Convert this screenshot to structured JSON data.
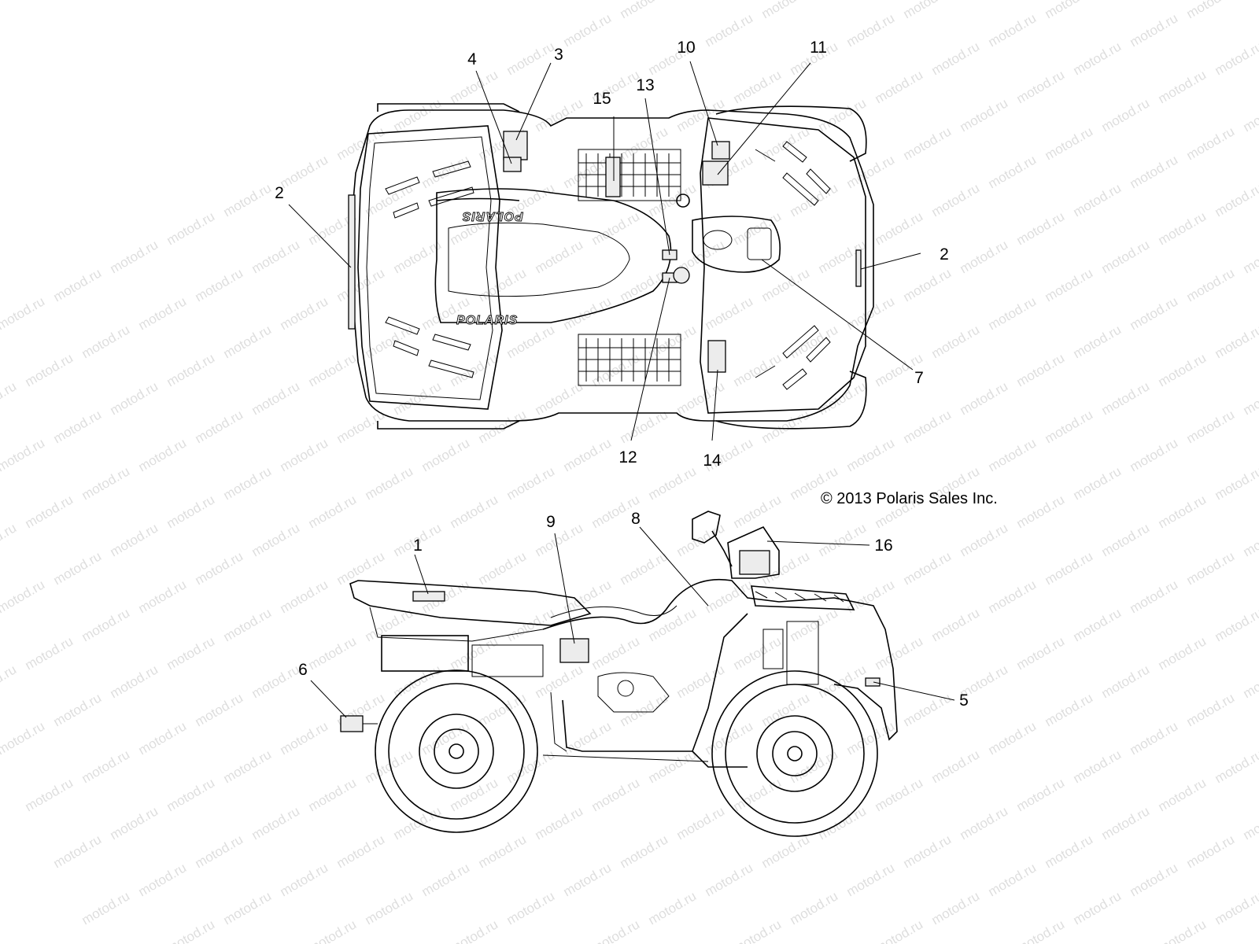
{
  "watermark": "motod.ru",
  "copyright": "© 2013 Polaris Sales Inc.",
  "brand_text": "POLARIS",
  "callouts": {
    "c1": "1",
    "c2a": "2",
    "c2b": "2",
    "c3": "3",
    "c4": "4",
    "c5": "5",
    "c6": "6",
    "c7": "7",
    "c8": "8",
    "c9": "9",
    "c10": "10",
    "c11": "11",
    "c12": "12",
    "c13": "13",
    "c14": "14",
    "c15": "15",
    "c16": "16"
  }
}
